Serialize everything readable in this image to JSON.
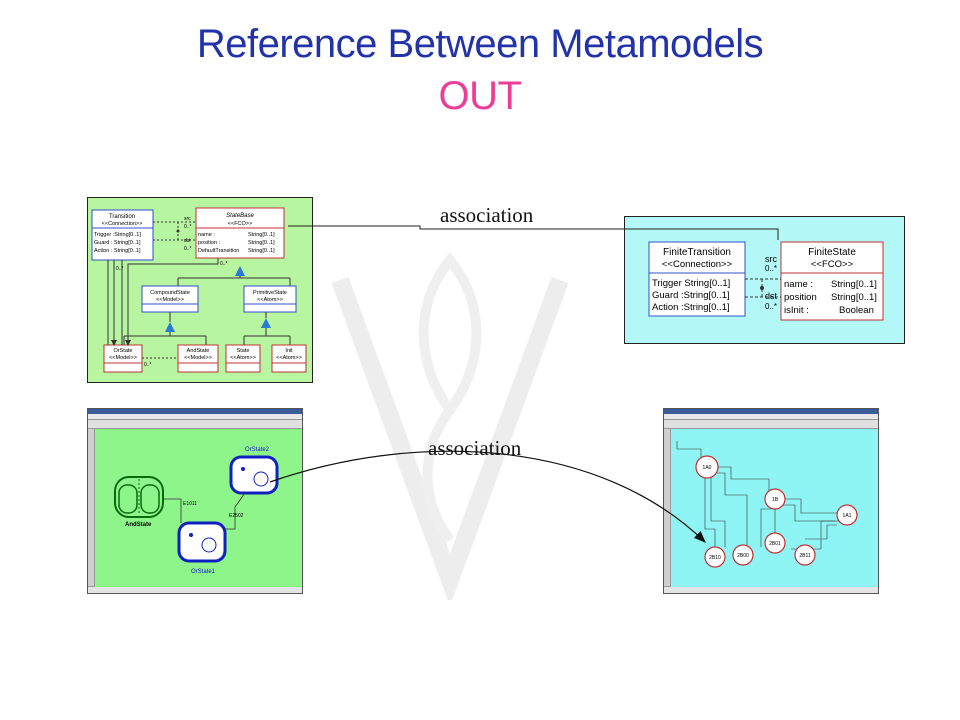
{
  "title": "Reference Between Metamodels",
  "subtitle": "OUT",
  "association_labels": [
    "association",
    "association"
  ],
  "colors": {
    "title": "#2233aa",
    "subtitle": "#ee3d96",
    "left_panel_bg": "#b7f5a0",
    "right_panel_bg": "#b3f7f7",
    "class_border_blue": "#3050c8",
    "class_border_red": "#c03030",
    "inheritance": "#2a7ad8"
  },
  "left_metamodel": {
    "classes": [
      {
        "name": "Transition",
        "stereotype": "<<Connection>>",
        "attrs": [
          "Trigger :String[0..1]",
          "Guard : String[0..1]",
          "Action : String[0..1]"
        ]
      },
      {
        "name": "StateBase",
        "stereotype": "<<FCO>>",
        "attrs": [
          "name :",
          "position :",
          "DefaultTransition"
        ],
        "attr_types": [
          "String[0..1]",
          "String[0..1]",
          "String[0..1]"
        ]
      },
      {
        "name": "CompoundState",
        "stereotype": "<<Model>>"
      },
      {
        "name": "PrimitiveState",
        "stereotype": "<<Atom>>"
      },
      {
        "name": "OrState",
        "stereotype": "<<Model>>"
      },
      {
        "name": "AndState",
        "stereotype": "<<Model>>"
      },
      {
        "name": "State",
        "stereotype": "<<Atom>>"
      },
      {
        "name": "Init",
        "stereotype": "<<Atom>>"
      }
    ],
    "roles": [
      "src",
      "0..*",
      "dst",
      "0..*",
      "0..*",
      "0..*",
      "0..*"
    ]
  },
  "right_metamodel": {
    "classes": [
      {
        "name": "FiniteTransition",
        "stereotype": "<<Connection>>",
        "attrs": [
          "Trigger String[0..1]",
          "Guard :String[0..1]",
          "Action :String[0..1]"
        ]
      },
      {
        "name": "FiniteState",
        "stereotype": "<<FCO>>",
        "attrs": [
          "name :",
          "position",
          "isInit :"
        ],
        "attr_types": [
          "String[0..1]",
          "String[0..1]",
          "Boolean"
        ]
      }
    ],
    "roles": [
      "src",
      "0..*",
      "dst",
      "0..*"
    ]
  },
  "left_model": {
    "nodes": [
      "OrState2",
      "AndState",
      "OrState1"
    ],
    "edges": [
      "E1011",
      "E2502"
    ]
  },
  "right_model": {
    "nodes": [
      "1A0",
      "1B",
      "1A1",
      "2B01",
      "2B11",
      "2B10",
      "2B00"
    ]
  }
}
